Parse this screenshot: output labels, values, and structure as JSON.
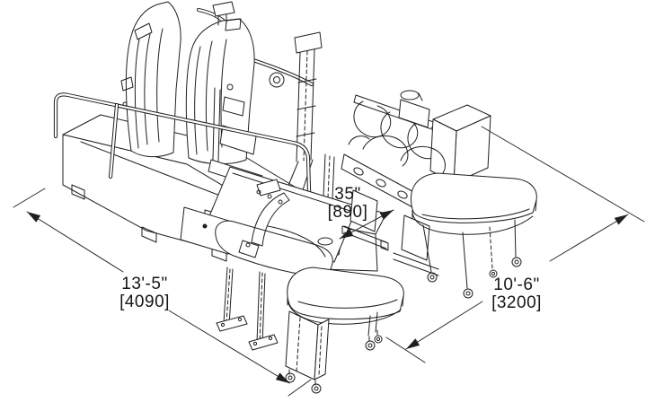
{
  "drawing": {
    "type": "isometric-footprint-dimension-drawing",
    "background": "#ffffff",
    "line_color": "#1f1f1f",
    "dimensions": {
      "length": {
        "imperial": "13'-5\"",
        "metric": "[4090]"
      },
      "depth": {
        "imperial": "10'-6\"",
        "metric": "[3200]"
      },
      "clearance": {
        "imperial": "35\"",
        "metric": "[890]"
      }
    }
  }
}
